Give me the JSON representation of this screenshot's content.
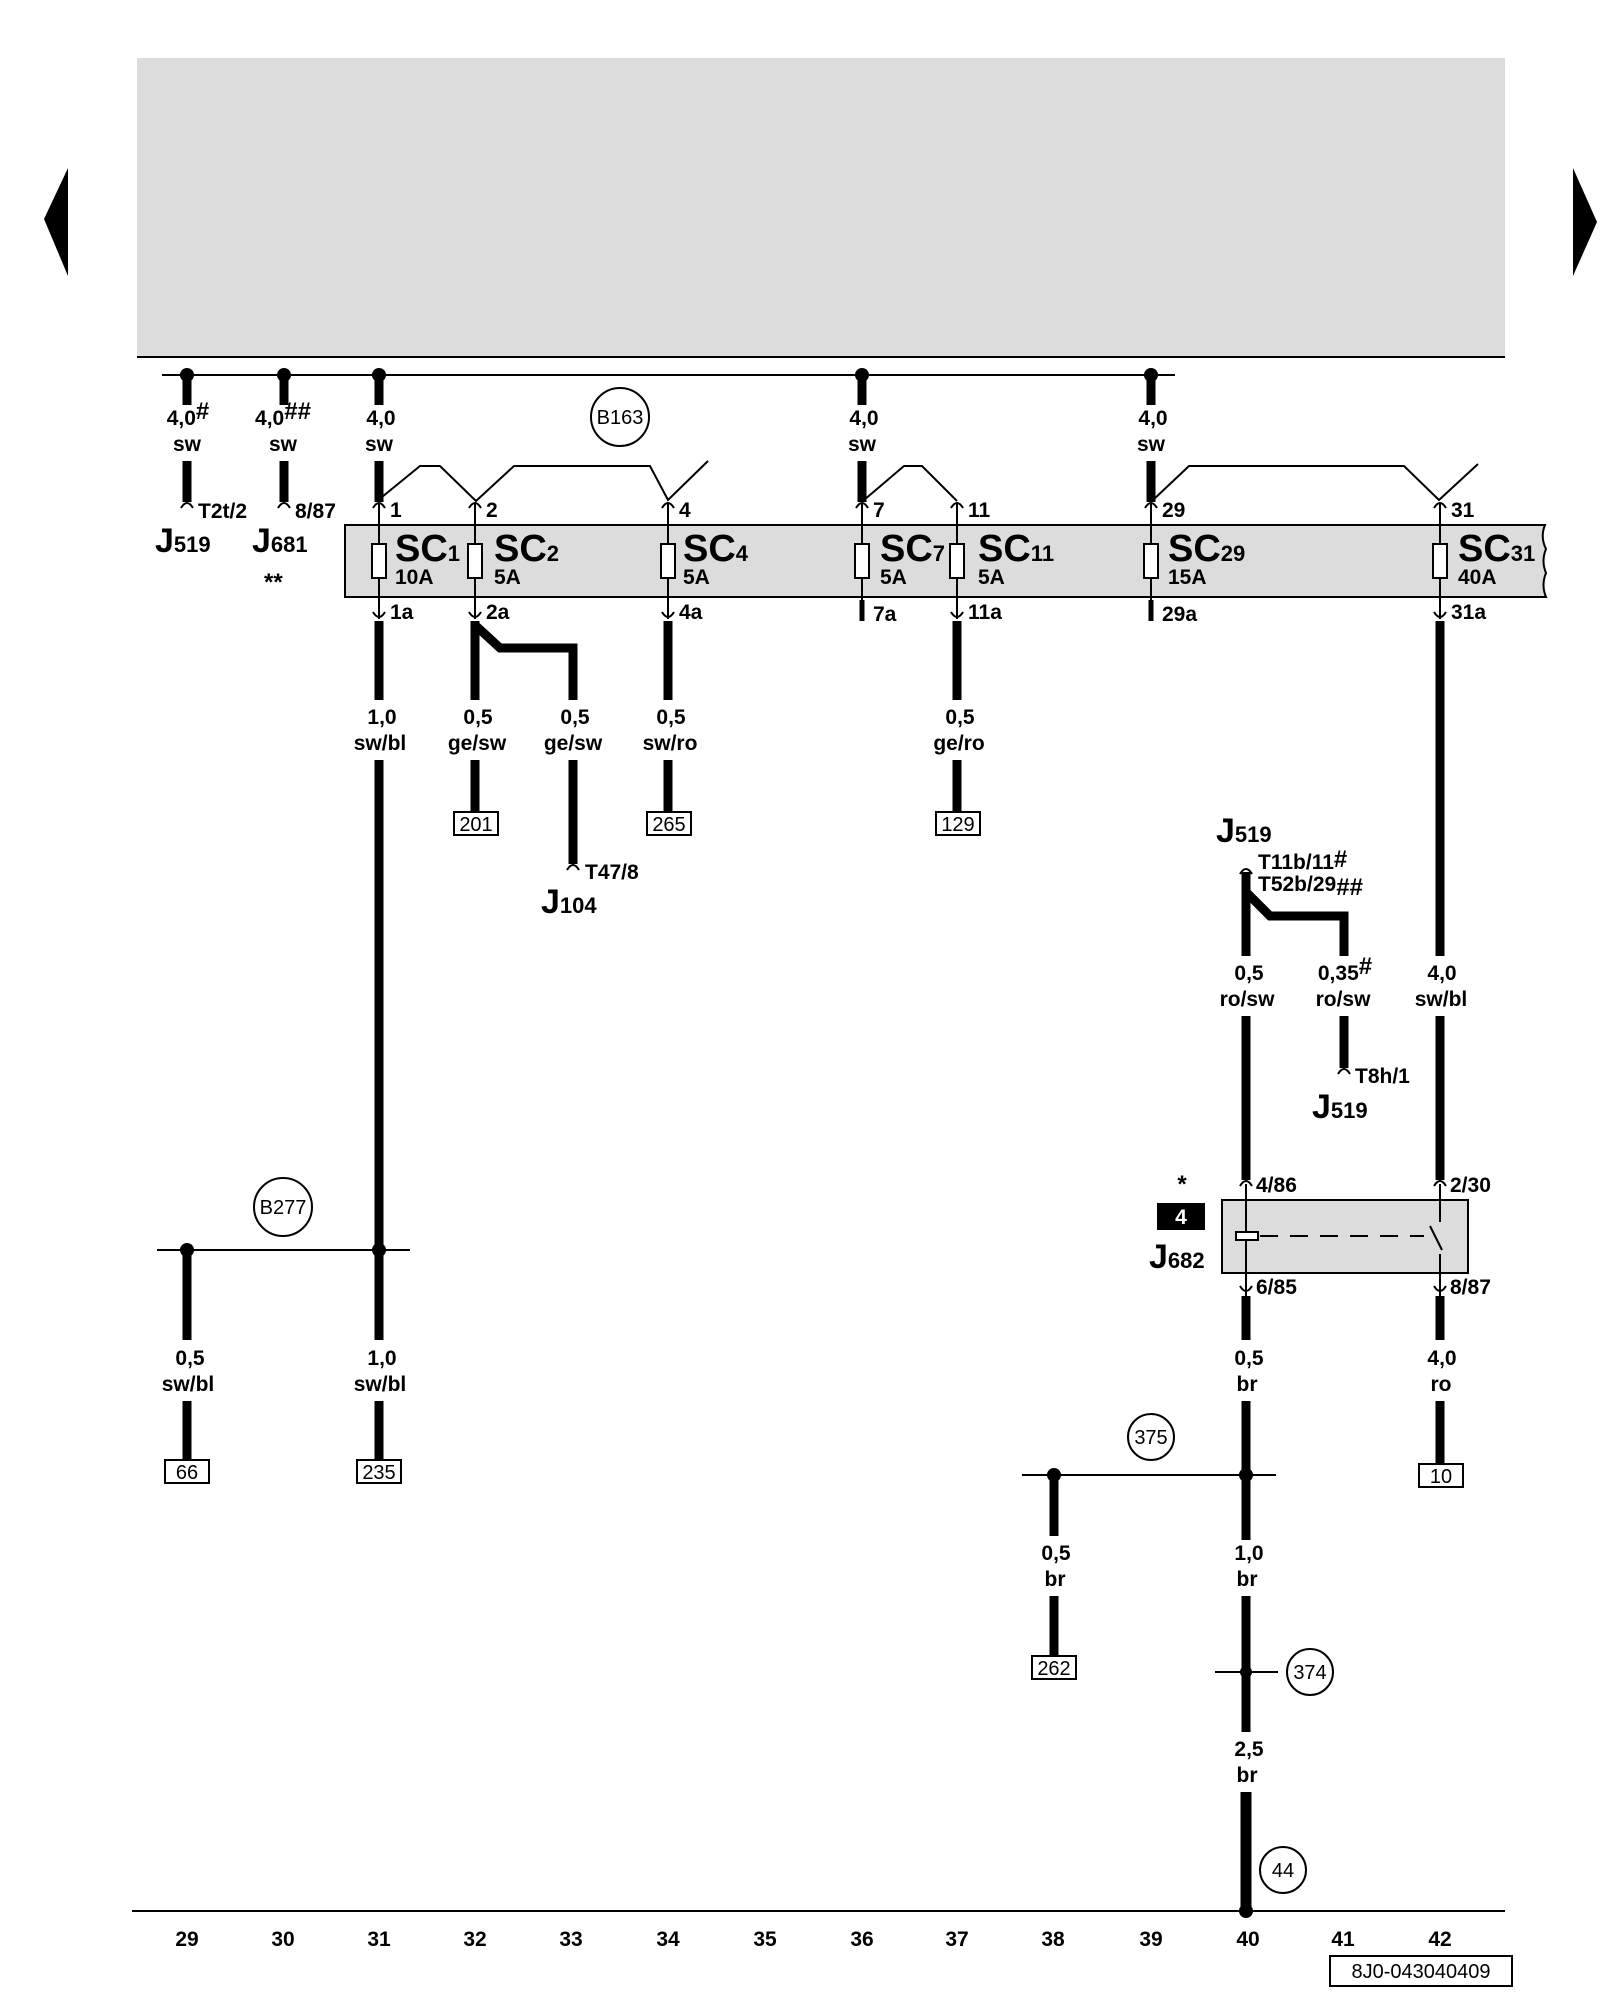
{
  "nav": {
    "prev_icon": "left-triangle-icon",
    "next_icon": "right-triangle-icon"
  },
  "fusebox": {
    "ref": "B163",
    "fuses": [
      {
        "name": "SC",
        "num": "1",
        "rating": "10A",
        "in_pin": "1",
        "out_pin": "1a"
      },
      {
        "name": "SC",
        "num": "2",
        "rating": "5A",
        "in_pin": "2",
        "out_pin": "2a"
      },
      {
        "name": "SC",
        "num": "4",
        "rating": "5A",
        "in_pin": "4",
        "out_pin": "4a"
      },
      {
        "name": "SC",
        "num": "7",
        "rating": "5A",
        "in_pin": "7",
        "out_pin": "7a"
      },
      {
        "name": "SC",
        "num": "11",
        "rating": "5A",
        "in_pin": "11",
        "out_pin": "11a"
      },
      {
        "name": "SC",
        "num": "29",
        "rating": "15A",
        "in_pin": "29",
        "out_pin": "29a"
      },
      {
        "name": "SC",
        "num": "31",
        "rating": "40A",
        "in_pin": "31",
        "out_pin": "31a"
      }
    ]
  },
  "supply": {
    "w29": {
      "gauge": "4,0",
      "mark": "#",
      "color": "sw",
      "pin": "T2t/2",
      "comp": "J",
      "comp_sub": "519"
    },
    "w30": {
      "gauge": "4,0",
      "mark": "##",
      "color": "sw",
      "pin": "8/87",
      "comp": "J",
      "comp_sub": "681",
      "note": "**"
    },
    "w31": {
      "gauge": "4,0",
      "color": "sw"
    },
    "w36": {
      "gauge": "4,0",
      "color": "sw"
    },
    "w39": {
      "gauge": "4,0",
      "color": "sw"
    }
  },
  "outputs": {
    "w31": {
      "gauge": "1,0",
      "color": "sw/bl"
    },
    "w32": {
      "gauge": "0,5",
      "color": "ge/sw",
      "ref": "201"
    },
    "w33": {
      "gauge": "0,5",
      "color": "ge/sw",
      "pin": "T47/8",
      "comp": "J",
      "comp_sub": "104"
    },
    "w34": {
      "gauge": "0,5",
      "color": "sw/ro",
      "ref": "265"
    },
    "w37": {
      "gauge": "0,5",
      "color": "ge/ro",
      "ref": "129"
    },
    "w42": {
      "gauge": "4,0",
      "color": "sw/bl"
    }
  },
  "splice_b277": {
    "ref": "B277",
    "w29": {
      "gauge": "0,5",
      "color": "sw/bl",
      "ref": "66"
    },
    "w31": {
      "gauge": "1,0",
      "color": "sw/bl",
      "ref": "235"
    }
  },
  "j519_top": {
    "comp": "J",
    "comp_sub": "519",
    "pin1": "T11b/11",
    "pin1_mark": "#",
    "pin2": "T52b/29",
    "pin2_mark": "##",
    "w40": {
      "gauge": "0,5",
      "color": "ro/sw"
    },
    "w41": {
      "gauge": "0,35",
      "mark": "#",
      "color": "ro/sw",
      "pin": "T8h/1",
      "comp": "J",
      "comp_sub": "519"
    }
  },
  "relay": {
    "comp": "J",
    "comp_sub": "682",
    "star": "*",
    "badge": "4",
    "pin_4_86": "4/86",
    "pin_2_30": "2/30",
    "pin_6_85": "6/85",
    "pin_8_87": "8/87",
    "w40_out": {
      "gauge": "0,5",
      "color": "br"
    },
    "w42_out": {
      "gauge": "4,0",
      "color": "ro",
      "ref": "10"
    }
  },
  "ground": {
    "splice375": "375",
    "splice374": "374",
    "ground44": "44",
    "w38": {
      "gauge": "0,5",
      "color": "br",
      "ref": "262"
    },
    "w40a": {
      "gauge": "1,0",
      "color": "br"
    },
    "w40b": {
      "gauge": "2,5",
      "color": "br"
    }
  },
  "tracks": [
    "29",
    "30",
    "31",
    "32",
    "33",
    "34",
    "35",
    "36",
    "37",
    "38",
    "39",
    "40",
    "41",
    "42"
  ],
  "doc_id": "8J0-043040409"
}
